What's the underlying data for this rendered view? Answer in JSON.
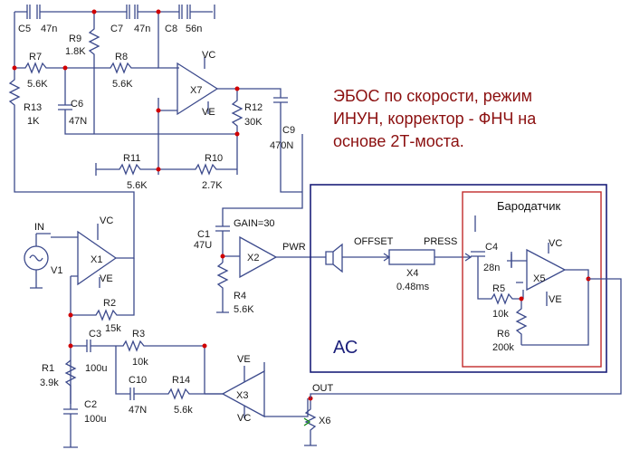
{
  "description": {
    "line1": "ЭБОС по скорости, режим",
    "line2": "ИНУН, корректор - ФНЧ на",
    "line3": "основе 2Т-моста."
  },
  "blocks": {
    "ac_label": "АС",
    "barosensor_label": "Бародатчик"
  },
  "nets": {
    "in": "IN",
    "pwr": "PWR",
    "offset": "OFFSET",
    "press": "PRESS",
    "out": "OUT",
    "vc": "VC",
    "ve": "VE",
    "gain": "GAIN=30"
  },
  "components": {
    "c5": {
      "ref": "C5",
      "val": "47n"
    },
    "r9": {
      "ref": "R9",
      "val": "1.8K"
    },
    "c7": {
      "ref": "C7",
      "val": "47n"
    },
    "c8": {
      "ref": "C8",
      "val": "56n"
    },
    "r7": {
      "ref": "R7",
      "val": "5.6K"
    },
    "r8": {
      "ref": "R8",
      "val": "5.6K"
    },
    "x7": {
      "ref": "X7"
    },
    "r13": {
      "ref": "R13",
      "val": "1K"
    },
    "c6": {
      "ref": "C6",
      "val": "47N"
    },
    "r12": {
      "ref": "R12",
      "val": "30K"
    },
    "c9": {
      "ref": "C9",
      "val": "470N"
    },
    "r11": {
      "ref": "R11",
      "val": "5.6K"
    },
    "r10": {
      "ref": "R10",
      "val": "2.7K"
    },
    "v1": {
      "ref": "V1"
    },
    "x1": {
      "ref": "X1"
    },
    "r2": {
      "ref": "R2",
      "val": "15k"
    },
    "c1": {
      "ref": "C1",
      "val": "47U"
    },
    "x2": {
      "ref": "X2"
    },
    "r4": {
      "ref": "R4",
      "val": "5.6K"
    },
    "x4": {
      "ref": "X4",
      "val": "0.48ms"
    },
    "c4": {
      "ref": "C4",
      "val": "28n"
    },
    "x5": {
      "ref": "X5"
    },
    "r5": {
      "ref": "R5",
      "val": "10k"
    },
    "r6": {
      "ref": "R6",
      "val": "200k"
    },
    "c3": {
      "ref": "C3",
      "val": "100u"
    },
    "r3": {
      "ref": "R3",
      "val": "10k"
    },
    "r1": {
      "ref": "R1",
      "val": "3.9k"
    },
    "c10": {
      "ref": "C10",
      "val": "47N"
    },
    "r14": {
      "ref": "R14",
      "val": "5.6k"
    },
    "x3": {
      "ref": "X3"
    },
    "c2": {
      "ref": "C2",
      "val": "100u"
    },
    "x6": {
      "ref": "X6"
    }
  }
}
